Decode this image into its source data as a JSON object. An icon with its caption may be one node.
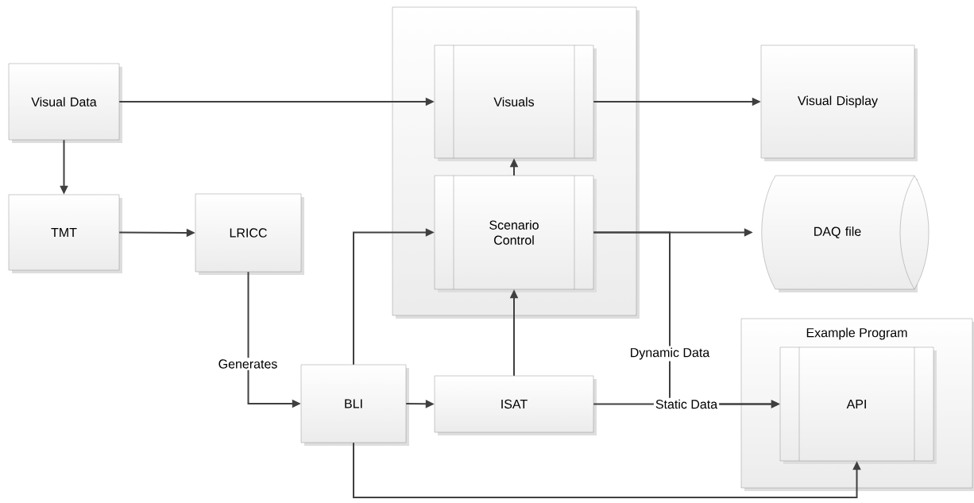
{
  "diagram": {
    "nodes": [
      {
        "text": [
          "Visual Data"
        ]
      },
      {
        "text": [],
        "shape": "box"
      },
      {
        "text": [
          "Visuals"
        ],
        "in": 1
      },
      {
        "text": [
          "Scenario Control"
        ],
        "in": 1
      },
      {
        "text": [
          "Visual Display"
        ]
      },
      {
        "text": [
          "TMT"
        ]
      },
      {
        "text": [
          "LRICC"
        ]
      },
      {
        "text": [
          "DAQ file"
        ]
      },
      {
        "text": [
          "Example Program"
        ]
      },
      {
        "text": [
          "API"
        ],
        "in": 8
      },
      {
        "text": [
          "BLI"
        ]
      },
      {
        "text": [
          "ISAT"
        ]
      }
    ],
    "edges": [
      {
        "from": 0,
        "to": 2,
        "arrow": "to"
      },
      {
        "from": 0,
        "to": 5,
        "arrow": "to"
      },
      {
        "from": 5,
        "to": 6,
        "arrow": "to"
      },
      {
        "from": 6,
        "to": 10,
        "arrow": "to",
        "label": "Generates"
      },
      {
        "from": 10,
        "to": 3,
        "arrow": "to"
      },
      {
        "from": 10,
        "to": 11,
        "arrow": "to"
      },
      {
        "from": 11,
        "to": 3,
        "arrow": "to"
      },
      {
        "from": 3,
        "to": 2,
        "arrow": "to"
      },
      {
        "from": 2,
        "to": 4,
        "arrow": "to"
      },
      {
        "from": 3,
        "to": 7,
        "arrow": "to"
      },
      {
        "from": 3,
        "to": 9,
        "arrow": "to",
        "label": "Dynamic Data"
      },
      {
        "from": 11,
        "to": 9,
        "arrow": "to",
        "label": "Static Data"
      },
      {
        "from": 10,
        "to": 9,
        "arrow": "to"
      }
    ]
  }
}
